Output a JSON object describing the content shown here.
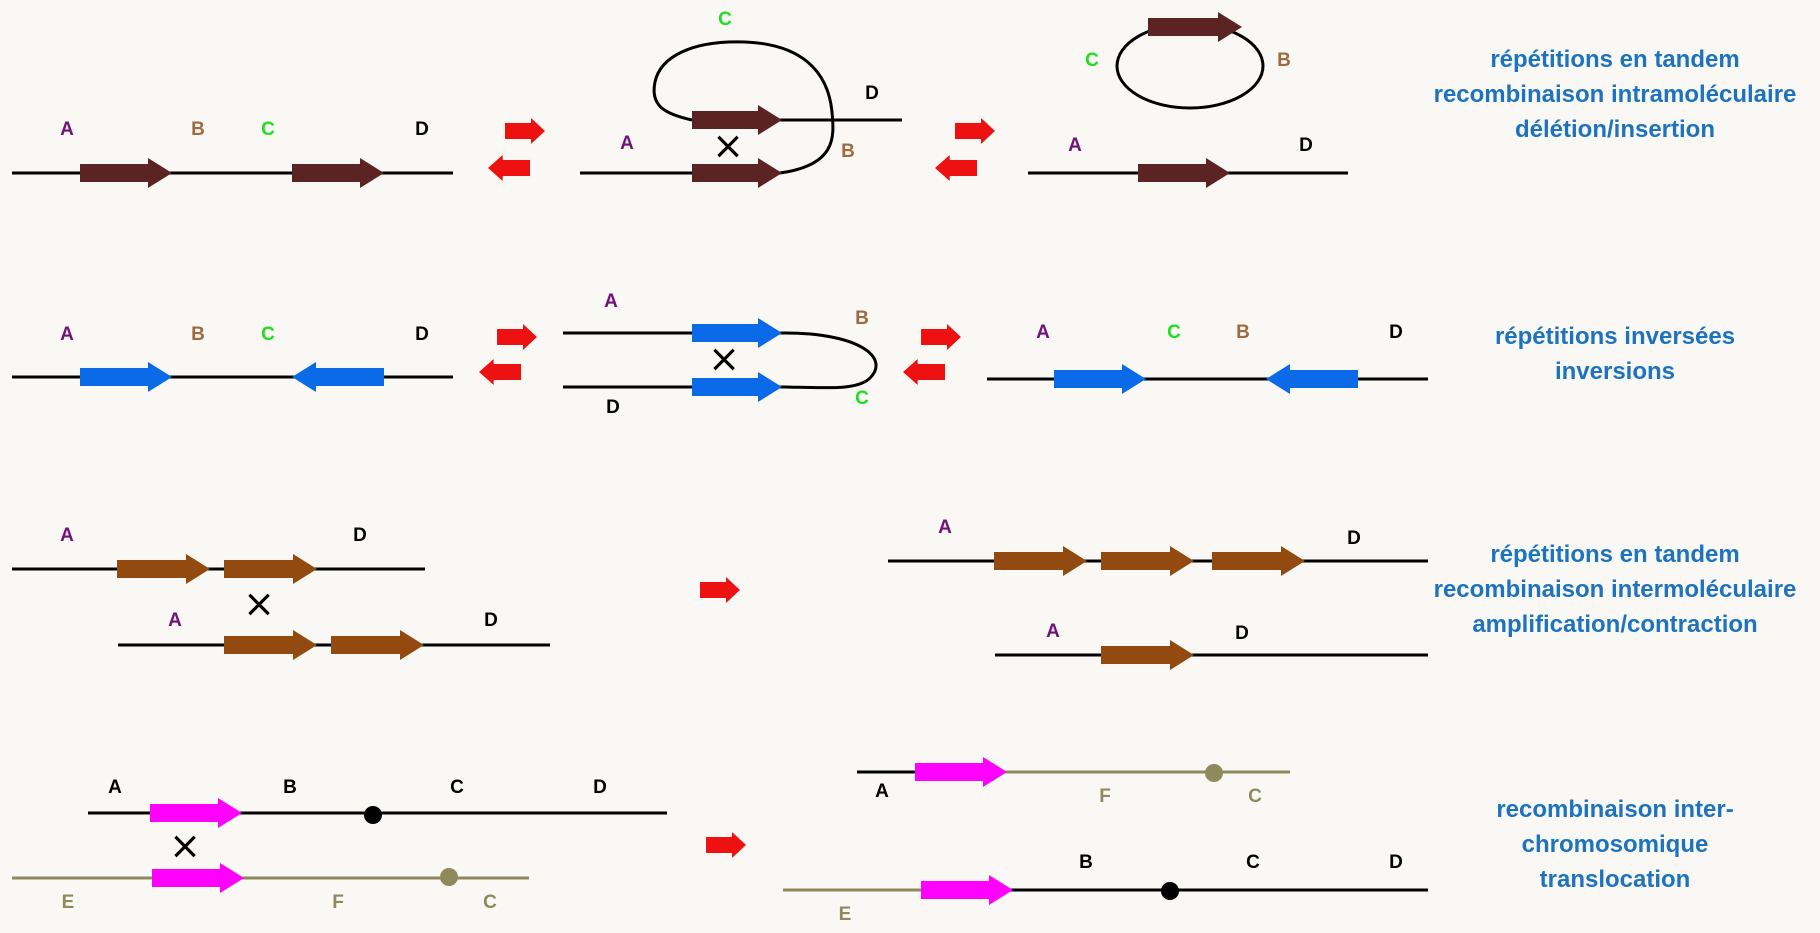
{
  "colors": {
    "dark_repeat": "#5c2323",
    "inverted_repeat": "#0a6ae8",
    "amplified_repeat": "#924a10",
    "translocation_repeat": "#ff00ff",
    "red_arrow": "#ee1111",
    "olive_chromosome": "#8f8a5c",
    "purple_label": "#70127a",
    "brown_label": "#9c6b3f",
    "green_label": "#22dd22",
    "caption": "#1e73be"
  },
  "labels": {
    "A": "A",
    "B": "B",
    "C": "C",
    "D": "D",
    "E": "E",
    "F": "F",
    "cross": "×"
  },
  "rows": [
    {
      "caption_lines": [
        "répétitions en tandem",
        "recombinaison intramoléculaire",
        "délétion/insertion"
      ]
    },
    {
      "caption_lines": [
        "répétitions inversées",
        "inversions"
      ]
    },
    {
      "caption_lines": [
        "répétitions en tandem",
        "recombinaison intermoléculaire",
        "amplification/contraction"
      ]
    },
    {
      "caption_lines": [
        "recombinaison inter-",
        "chromosomique",
        "translocation"
      ]
    }
  ]
}
